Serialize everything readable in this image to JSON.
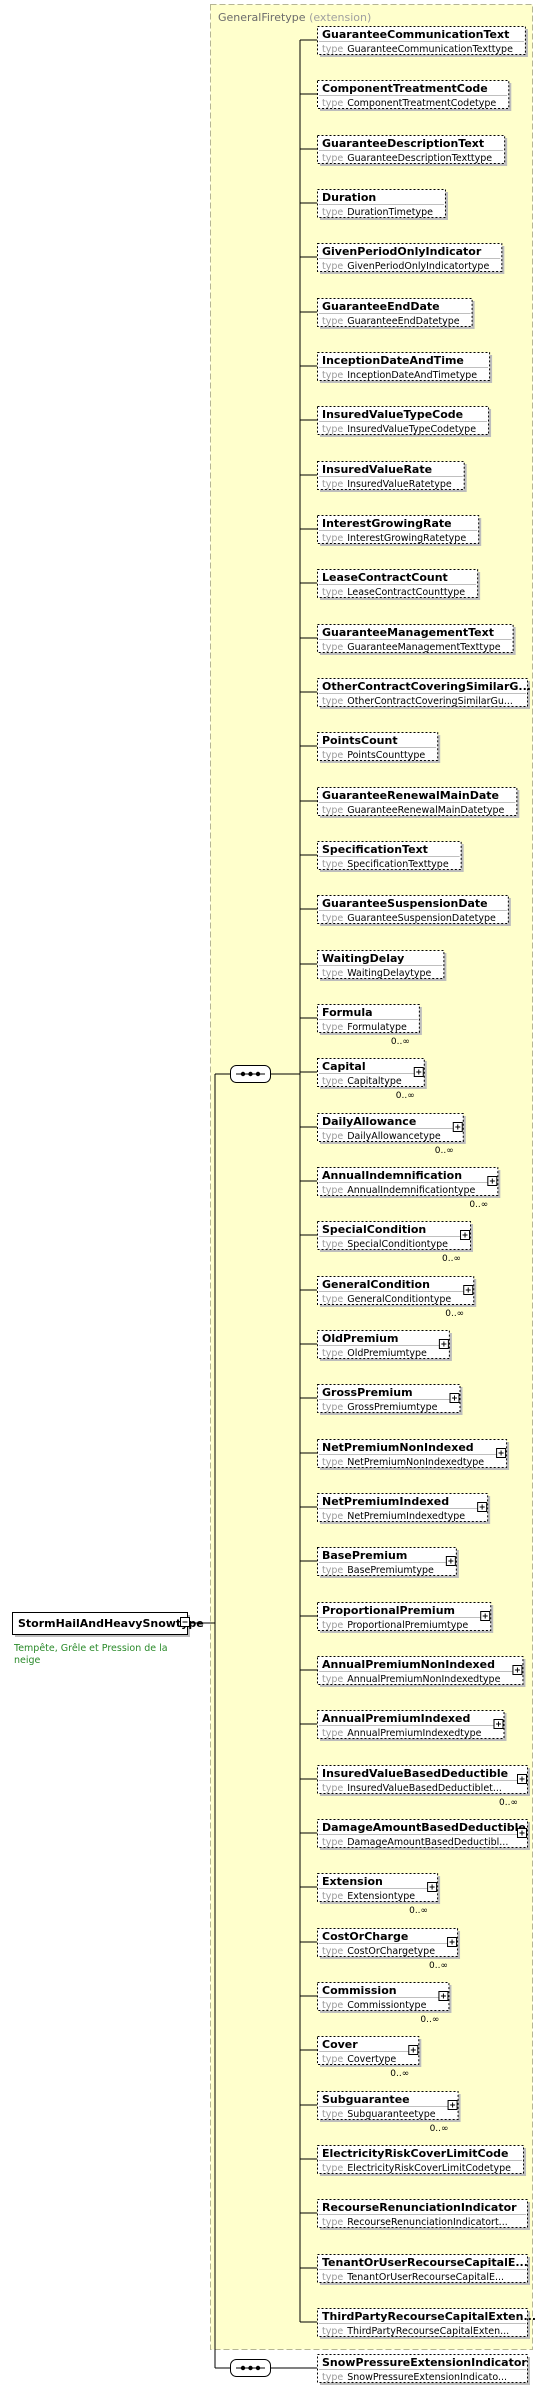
{
  "group": {
    "name": "GeneralFiretype",
    "suffix": "(extension)"
  },
  "root": {
    "name": "StormHailAndHeavySnowtype",
    "annotation_lines": [
      "Tempête, Grêle et Pression de la",
      "neige"
    ]
  },
  "type_prefix": "type",
  "elements": [
    {
      "name": "GuaranteeCommunicationText",
      "type": "GuaranteeCommunicationTexttype"
    },
    {
      "name": "ComponentTreatmentCode",
      "type": "ComponentTreatmentCodetype"
    },
    {
      "name": "GuaranteeDescriptionText",
      "type": "GuaranteeDescriptionTexttype"
    },
    {
      "name": "Duration",
      "type": "DurationTimetype"
    },
    {
      "name": "GivenPeriodOnlyIndicator",
      "type": "GivenPeriodOnlyIndicatortype"
    },
    {
      "name": "GuaranteeEndDate",
      "type": "GuaranteeEndDatetype"
    },
    {
      "name": "InceptionDateAndTime",
      "type": "InceptionDateAndTimetype"
    },
    {
      "name": "InsuredValueTypeCode",
      "type": "InsuredValueTypeCodetype"
    },
    {
      "name": "InsuredValueRate",
      "type": "InsuredValueRatetype"
    },
    {
      "name": "InterestGrowingRate",
      "type": "InterestGrowingRatetype"
    },
    {
      "name": "LeaseContractCount",
      "type": "LeaseContractCounttype"
    },
    {
      "name": "GuaranteeManagementText",
      "type": "GuaranteeManagementTexttype"
    },
    {
      "name": "OtherContractCoveringSimilarG...",
      "type": "OtherContractCoveringSimilarGu..."
    },
    {
      "name": "PointsCount",
      "type": "PointsCounttype"
    },
    {
      "name": "GuaranteeRenewalMainDate",
      "type": "GuaranteeRenewalMainDatetype"
    },
    {
      "name": "SpecificationText",
      "type": "SpecificationTexttype"
    },
    {
      "name": "GuaranteeSuspensionDate",
      "type": "GuaranteeSuspensionDatetype"
    },
    {
      "name": "WaitingDelay",
      "type": "WaitingDelaytype"
    },
    {
      "name": "Formula",
      "type": "Formulatype",
      "occ": "0..∞"
    },
    {
      "name": "Capital",
      "type": "Capitaltype",
      "occ": "0..∞",
      "expand": true
    },
    {
      "name": "DailyAllowance",
      "type": "DailyAllowancetype",
      "occ": "0..∞",
      "expand": true
    },
    {
      "name": "AnnualIndemnification",
      "type": "AnnualIndemnificationtype",
      "occ": "0..∞",
      "expand": true
    },
    {
      "name": "SpecialCondition",
      "type": "SpecialConditiontype",
      "occ": "0..∞",
      "expand": true
    },
    {
      "name": "GeneralCondition",
      "type": "GeneralConditiontype",
      "occ": "0..∞",
      "expand": true
    },
    {
      "name": "OldPremium",
      "type": "OldPremiumtype",
      "expand": true
    },
    {
      "name": "GrossPremium",
      "type": "GrossPremiumtype",
      "expand": true
    },
    {
      "name": "NetPremiumNonIndexed",
      "type": "NetPremiumNonIndexedtype",
      "expand": true
    },
    {
      "name": "NetPremiumIndexed",
      "type": "NetPremiumIndexedtype",
      "expand": true
    },
    {
      "name": "BasePremium",
      "type": "BasePremiumtype",
      "expand": true
    },
    {
      "name": "ProportionalPremium",
      "type": "ProportionalPremiumtype",
      "expand": true
    },
    {
      "name": "AnnualPremiumNonIndexed",
      "type": "AnnualPremiumNonIndexedtype",
      "expand": true
    },
    {
      "name": "AnnualPremiumIndexed",
      "type": "AnnualPremiumIndexedtype",
      "expand": true
    },
    {
      "name": "InsuredValueBasedDeductible",
      "type": "InsuredValueBasedDeductiblet...",
      "occ": "0..∞",
      "expand": true
    },
    {
      "name": "DamageAmountBasedDeductible",
      "type": "DamageAmountBasedDeductibl...",
      "expand": true
    },
    {
      "name": "Extension",
      "type": "Extensiontype",
      "occ": "0..∞",
      "expand": true
    },
    {
      "name": "CostOrCharge",
      "type": "CostOrChargetype",
      "occ": "0..∞",
      "expand": true
    },
    {
      "name": "Commission",
      "type": "Commissiontype",
      "occ": "0..∞",
      "expand": true
    },
    {
      "name": "Cover",
      "type": "Covertype",
      "occ": "0..∞",
      "expand": true
    },
    {
      "name": "Subguarantee",
      "type": "Subguaranteetype",
      "occ": "0..∞",
      "expand": true
    }
  ],
  "extension_elements": [
    {
      "name": "ElectricityRiskCoverLimitCode",
      "type": "ElectricityRiskCoverLimitCodetype"
    },
    {
      "name": "RecourseRenunciationIndicator",
      "type": "RecourseRenunciationIndicatort..."
    },
    {
      "name": "TenantOrUserRecourseCapitalE...",
      "type": "TenantOrUserRecourseCapitalE..."
    },
    {
      "name": "ThirdPartyRecourseCapitalExten...",
      "type": "ThirdPartyRecourseCapitalExten..."
    }
  ],
  "final_element": {
    "name": "SnowPressureExtensionIndicator",
    "type": "SnowPressureExtensionIndicato..."
  }
}
